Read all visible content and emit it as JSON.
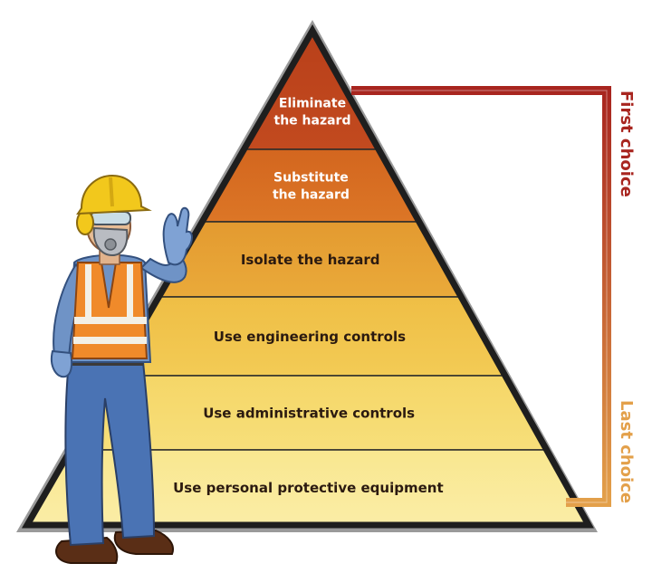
{
  "hierarchy": {
    "tiers": [
      {
        "lines": [
          "Eliminate",
          "the hazard"
        ],
        "color_top": "#b9401a",
        "color_bottom": "#c24a1f",
        "text_color": "light"
      },
      {
        "lines": [
          "Substitute",
          "the hazard"
        ],
        "color_top": "#d3661f",
        "color_bottom": "#dc7626",
        "text_color": "light"
      },
      {
        "lines": [
          "Isolate the hazard"
        ],
        "color_top": "#e39a30",
        "color_bottom": "#eaaa3a",
        "text_color": "dark"
      },
      {
        "lines": [
          "Use engineering controls"
        ],
        "color_top": "#efbe45",
        "color_bottom": "#f3cb55",
        "text_color": "dark"
      },
      {
        "lines": [
          "Use administrative controls"
        ],
        "color_top": "#f5d667",
        "color_bottom": "#f7df7a",
        "text_color": "dark"
      },
      {
        "lines": [
          "Use personal protective equipment"
        ],
        "color_top": "#f9e78f",
        "color_bottom": "#faeda6",
        "text_color": "dark"
      }
    ]
  },
  "scale": {
    "first_label": "First choice",
    "last_label": "Last choice",
    "first_color": "#a8251f",
    "last_color": "#e3a04a"
  },
  "figure": {
    "vest_color": "#f08a2a",
    "helmet_color": "#f2c81c",
    "shirt_color": "#6f93c6",
    "pants_color": "#4a73b4"
  }
}
